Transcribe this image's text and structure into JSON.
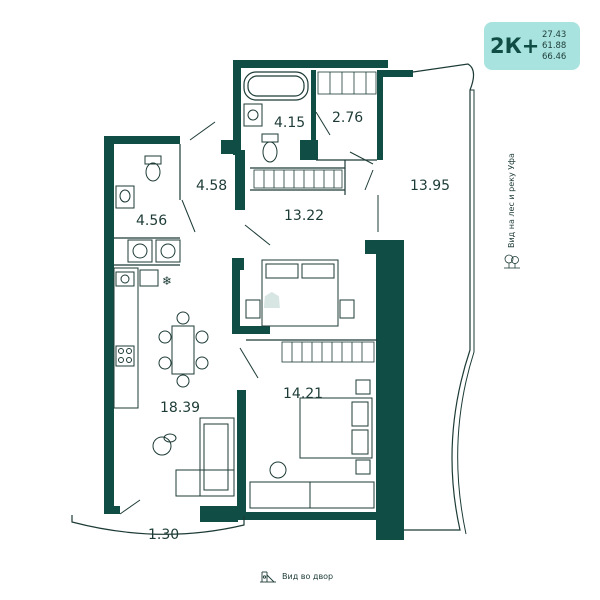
{
  "badge": {
    "type": "2К+",
    "areas": [
      "27.43",
      "61.88",
      "66.46"
    ]
  },
  "rooms": {
    "bathroom": "4.15",
    "storage": "2.76",
    "hall": "4.58",
    "wc": "4.56",
    "corridor": "13.22",
    "wardrobe_bedroom": "13.95",
    "kitchen_living": "18.39",
    "bedroom": "14.21",
    "balcony": "1.30"
  },
  "views": {
    "right": "Вид на лес и реку Уфа",
    "bottom": "Вид во двор"
  },
  "colors": {
    "wall": "#0f4d45",
    "accent": "#a9e3df",
    "line": "#1d3b36"
  }
}
